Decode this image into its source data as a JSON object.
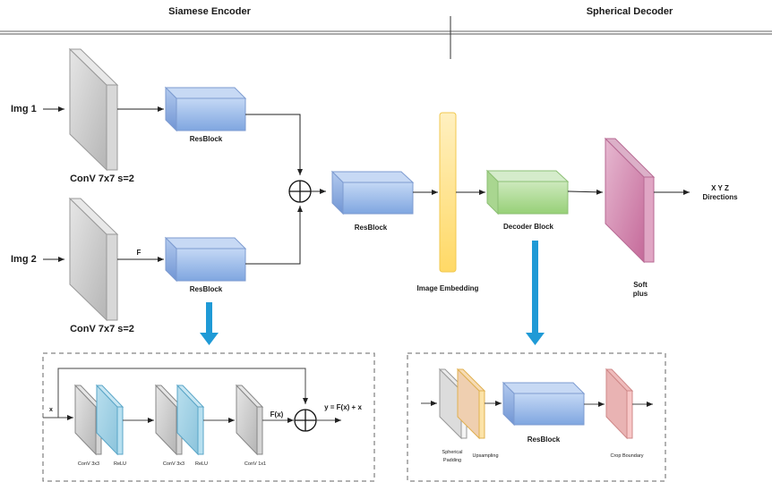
{
  "header": {
    "encoder_title": "Siamese Encoder",
    "decoder_title": "Spherical Decoder"
  },
  "inputs": {
    "img1": "Img 1",
    "img2": "Img 2"
  },
  "encoder": {
    "conv1_label": "ConV 7x7 s=2",
    "conv2_label": "ConV 7x7 s=2",
    "resblock1_label": "ResBlock",
    "resblock2_label": "ResBlock",
    "feature_label": "F",
    "merge_resblock_label": "ResBlock"
  },
  "embedding": {
    "label": "Image Embedding"
  },
  "decoder": {
    "block_label": "Decoder Block",
    "softplus_line1": "Soft",
    "softplus_line2": "plus",
    "output_line1": "X Y Z",
    "output_line2": "Directions"
  },
  "resblock_detail": {
    "input_label": "x",
    "conv_a_label": "ConV 3x3",
    "relu_a_label": "ReLU",
    "conv_b_label": "ConV 3x3",
    "relu_b_label": "ReLU",
    "conv_c_label": "ConV 1x1",
    "fx_label": "F(x)",
    "output_label": "y = F(x) + x"
  },
  "decoder_detail": {
    "padding_line1": "Spherical",
    "padding_line2": "Padding",
    "upsampling_label": "Upsampling",
    "resblock_label": "ResBlock",
    "crop_label": "Crop Boundary"
  },
  "colors": {
    "conv_gray": "#cfcfcf",
    "resblock_blue": "#a9c4eb",
    "relu_blue": "#a8d4e6",
    "embedding_yellow": "#ffe08a",
    "decoder_green": "#b9e0a5",
    "softplus_pink": "#d9a0c0",
    "crop_red": "#f2c0c0",
    "upsampling_orange": "#f5d3a6",
    "highlight_arrow": "#1f9ad6"
  }
}
